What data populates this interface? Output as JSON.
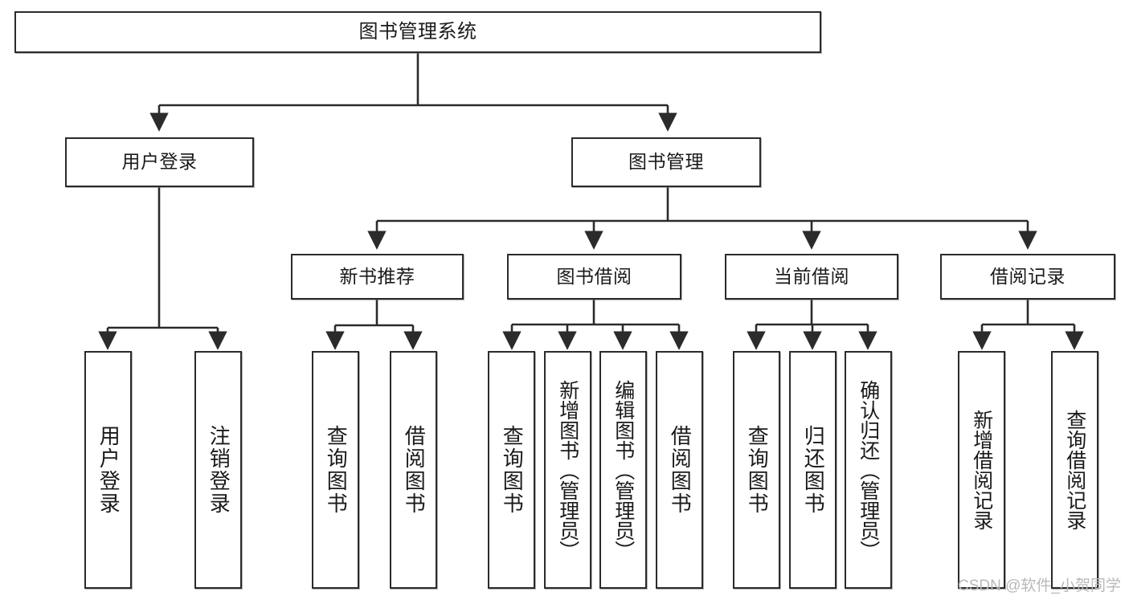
{
  "diagram": {
    "title": "图书管理系统",
    "type": "tree-hierarchy",
    "watermark": "CSDN @软件_小贺同学",
    "colors": {
      "border": "#2b2b2b",
      "background": "#ffffff",
      "text": "#1a1a1a",
      "edge": "#2b2b2b",
      "watermark": "#b9b9b9"
    },
    "nodes": {
      "root": {
        "label": "图书管理系统"
      },
      "level2": [
        {
          "label": "用户登录"
        },
        {
          "label": "图书管理"
        }
      ],
      "level3": [
        {
          "label": "新书推荐"
        },
        {
          "label": "图书借阅"
        },
        {
          "label": "当前借阅"
        },
        {
          "label": "借阅记录"
        }
      ],
      "leaves_user_login": [
        {
          "label": "用户登录"
        },
        {
          "label": "注销登录"
        }
      ],
      "leaves_new_book": [
        {
          "label": "查询图书"
        },
        {
          "label": "借阅图书"
        }
      ],
      "leaves_borrow": [
        {
          "label": "查询图书"
        },
        {
          "label": "新增图书（管理员）"
        },
        {
          "label": "编辑图书（管理员）"
        },
        {
          "label": "借阅图书"
        }
      ],
      "leaves_current": [
        {
          "label": "查询图书"
        },
        {
          "label": "归还图书"
        },
        {
          "label": "确认归还（管理员）"
        }
      ],
      "leaves_records": [
        {
          "label": "新增借阅记录"
        },
        {
          "label": "查询借阅记录"
        }
      ]
    }
  }
}
